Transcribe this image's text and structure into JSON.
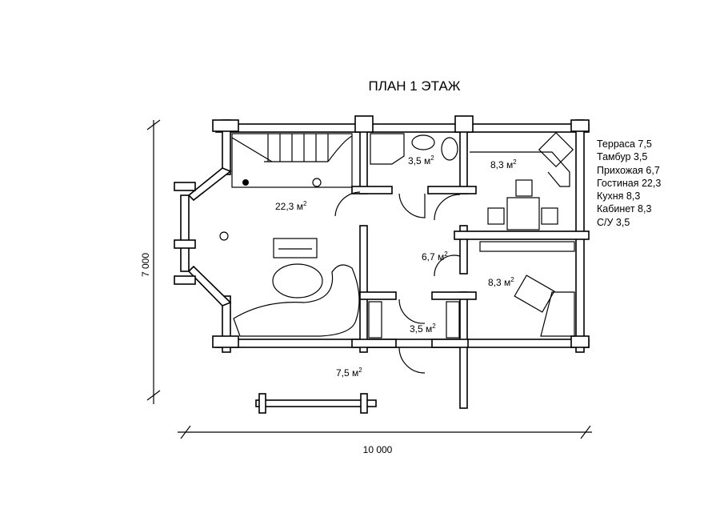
{
  "title": "ПЛАН 1 ЭТАЖ",
  "dimensions": {
    "height": "7 000",
    "width": "10 000"
  },
  "rooms": [
    {
      "name": "living",
      "area": "22,3 м",
      "sup": "2"
    },
    {
      "name": "bathroom",
      "area": "3,5 м",
      "sup": "2"
    },
    {
      "name": "kitchen",
      "area": "8,3 м",
      "sup": "2"
    },
    {
      "name": "hall",
      "area": "6,7 м",
      "sup": "2"
    },
    {
      "name": "office",
      "area": "8,3 м",
      "sup": "2"
    },
    {
      "name": "vestibule",
      "area": "3,5 м",
      "sup": "2"
    },
    {
      "name": "terrace",
      "area": "7,5 м",
      "sup": "2"
    }
  ],
  "legend": [
    "Терраса 7,5",
    "Тамбур 3,5",
    "Прихожая 6,7",
    "Гостиная 22,3",
    "Кухня 8,3",
    "Кабинет 8,3",
    "С/У 3,5"
  ]
}
